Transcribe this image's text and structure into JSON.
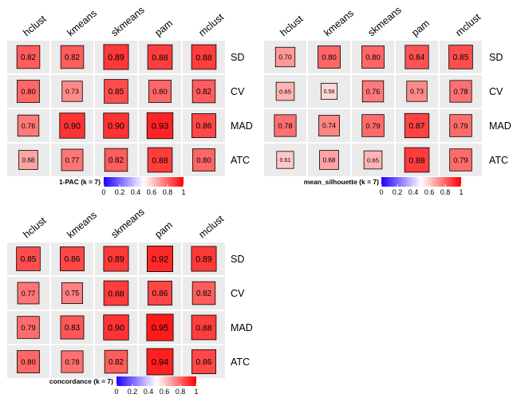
{
  "chart_data": [
    {
      "type": "heatmap",
      "columns": [
        "hclust",
        "kmeans",
        "skmeans",
        "pam",
        "mclust"
      ],
      "rows": [
        "SD",
        "CV",
        "MAD",
        "ATC"
      ],
      "values": [
        [
          0.82,
          0.82,
          0.89,
          0.88,
          0.88
        ],
        [
          0.8,
          0.73,
          0.85,
          0.8,
          0.82
        ],
        [
          0.76,
          0.9,
          0.9,
          0.93,
          0.86
        ],
        [
          0.68,
          0.77,
          0.82,
          0.88,
          0.8
        ]
      ],
      "labels": [
        [
          "0.82",
          "0.82",
          "0.89",
          "0.88",
          "0.88"
        ],
        [
          "0.80",
          "0.73",
          "0.85",
          "0.80",
          "0.82"
        ],
        [
          "0.76",
          "0.90",
          "0.90",
          "0.93",
          "0.86"
        ],
        [
          "0.68",
          "0.77",
          "0.82",
          "0.88",
          "0.80"
        ]
      ],
      "legend": {
        "title": "1-PAC (k = 7)",
        "ticks": [
          "0",
          "0.2",
          "0.4",
          "0.6",
          "0.8",
          "1"
        ],
        "range": [
          0,
          1
        ]
      }
    },
    {
      "type": "heatmap",
      "columns": [
        "hclust",
        "kmeans",
        "skmeans",
        "pam",
        "mclust"
      ],
      "rows": [
        "SD",
        "CV",
        "MAD",
        "ATC"
      ],
      "values": [
        [
          0.7,
          0.8,
          0.8,
          0.84,
          0.85
        ],
        [
          0.65,
          0.58,
          0.76,
          0.73,
          0.78
        ],
        [
          0.78,
          0.74,
          0.79,
          0.87,
          0.79
        ],
        [
          0.61,
          0.68,
          0.65,
          0.88,
          0.79
        ]
      ],
      "labels": [
        [
          "0.70",
          "0.80",
          "0.80",
          "0.84",
          "0.85"
        ],
        [
          "0.65",
          "0.58",
          "0.76",
          "0.73",
          "0.78"
        ],
        [
          "0.78",
          "0.74",
          "0.79",
          "0.87",
          "0.79"
        ],
        [
          "0.61",
          "0.68",
          "0.65",
          "0.88",
          "0.79"
        ]
      ],
      "legend": {
        "title": "mean_silhouette (k = 7)",
        "ticks": [
          "0",
          "0.2",
          "0.4",
          "0.6",
          "0.8",
          "1"
        ],
        "range": [
          0,
          1
        ]
      }
    },
    {
      "type": "heatmap",
      "columns": [
        "hclust",
        "kmeans",
        "skmeans",
        "pam",
        "mclust"
      ],
      "rows": [
        "SD",
        "CV",
        "MAD",
        "ATC"
      ],
      "values": [
        [
          0.85,
          0.86,
          0.89,
          0.92,
          0.89
        ],
        [
          0.77,
          0.75,
          0.88,
          0.86,
          0.82
        ],
        [
          0.79,
          0.83,
          0.9,
          0.95,
          0.88
        ],
        [
          0.8,
          0.78,
          0.82,
          0.94,
          0.86
        ]
      ],
      "labels": [
        [
          "0.85",
          "0.86",
          "0.89",
          "0.92",
          "0.89"
        ],
        [
          "0.77",
          "0.75",
          "0.88",
          "0.86",
          "0.82"
        ],
        [
          "0.79",
          "0.83",
          "0.90",
          "0.95",
          "0.88"
        ],
        [
          "0.80",
          "0.78",
          "0.82",
          "0.94",
          "0.86"
        ]
      ],
      "legend": {
        "title": "concordance (k = 7)",
        "ticks": [
          "0",
          "0.2",
          "0.4",
          "0.6",
          "0.8",
          "1"
        ],
        "range": [
          0,
          1
        ]
      }
    }
  ],
  "colors": {
    "cell_background": "#ebebeb",
    "scale_low": "#1e00ff",
    "scale_mid": "#ffffff",
    "scale_high": "#ff0000",
    "square_border": "#000000"
  }
}
